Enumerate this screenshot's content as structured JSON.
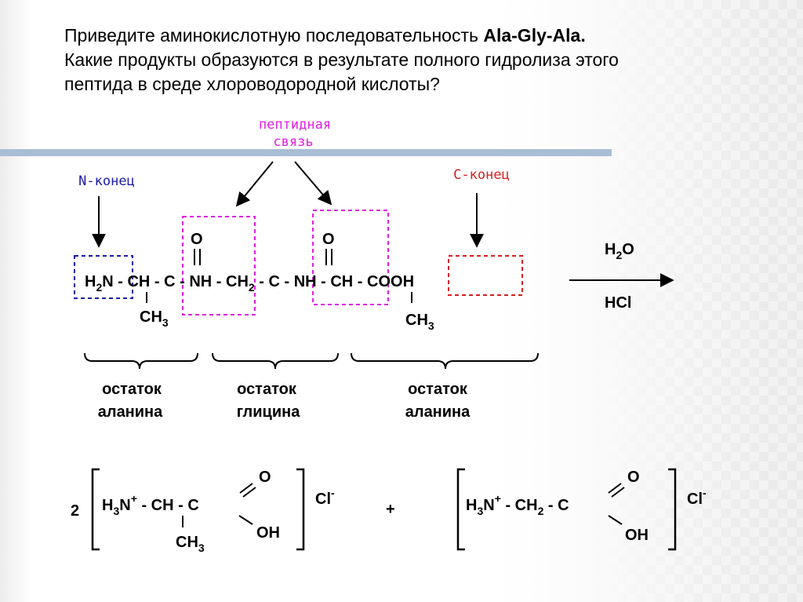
{
  "question": {
    "line1_prefix": "Приведите аминокислотную последовательность ",
    "line1_bold": "Ala-Gly-Ala.",
    "line2": "Какие продукты образуются в результате полного гидролиза этого",
    "line3": "пептида в среде хлороводородной кислоты?"
  },
  "labels": {
    "peptide_bond_1": "пептидная",
    "peptide_bond_2": "связь",
    "n_end": "N-конец",
    "c_end": "C-конец"
  },
  "formula": {
    "o1": "O",
    "o2": "O",
    "h2n_h": "H",
    "h2n_sub": "2",
    "h2n_n": "N",
    "d1": " - CH - C - NH - CH",
    "ch2_sub": "2",
    "d2": " - C - NH - CH - COOH",
    "ch3_a": "CH",
    "ch3_a_sub": "3",
    "ch3_b": "CH",
    "ch3_b_sub": "3"
  },
  "reaction": {
    "water_h": "H",
    "water_sub": "2",
    "water_o": "O",
    "acid": "HCl"
  },
  "residues": [
    {
      "line1": "остаток",
      "line2": "аланина"
    },
    {
      "line1": "остаток",
      "line2": "глицина"
    },
    {
      "line1": "остаток",
      "line2": "аланина"
    }
  ],
  "products": {
    "coef": "2",
    "p1_h": "H",
    "p1_sub": "3",
    "p1_n": "N",
    "p1_plus": "+",
    "p1_mid": " - CH - C",
    "p1_o": "O",
    "p1_oh": "OH",
    "p1_ch3": "CH",
    "p1_ch3_sub": "3",
    "cl1": "Cl",
    "cl1_minus": "-",
    "plus": "+",
    "p2_h": "H",
    "p2_sub": "3",
    "p2_n": "N",
    "p2_plus": "+",
    "p2_mid": " - CH",
    "p2_ch2_sub": "2",
    "p2_c": " - C",
    "p2_o": "O",
    "p2_oh": "OH",
    "cl2": "Cl",
    "cl2_minus": "-"
  },
  "colors": {
    "n_end_box": "#1a1aa6",
    "peptide_box": "#e020e0",
    "c_end_box": "#d42020",
    "rule_bar": "#a9bdd3"
  }
}
